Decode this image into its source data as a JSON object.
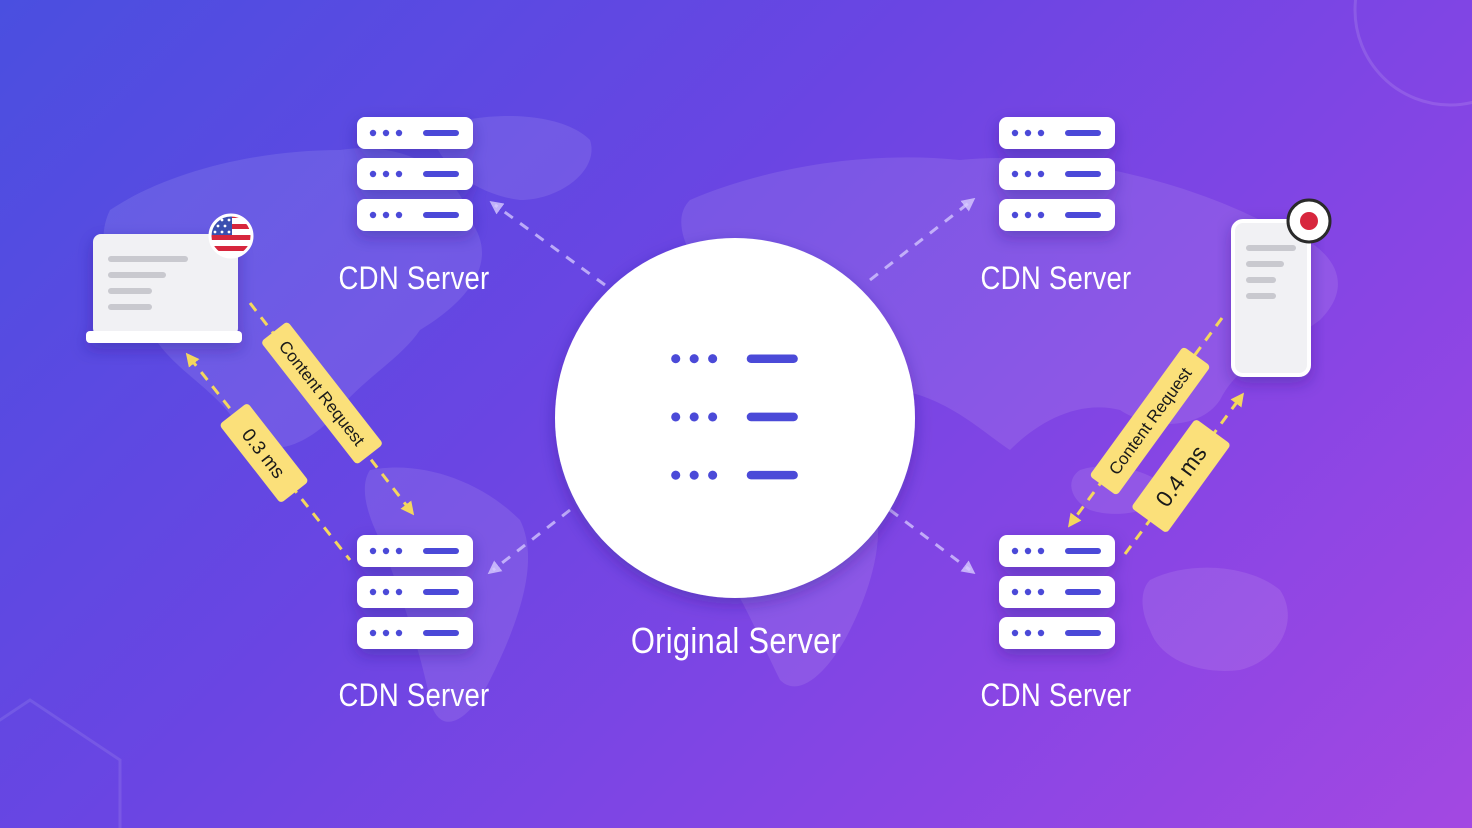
{
  "colors": {
    "accent": "#4b4ad8",
    "tag": "#fbe07a",
    "tag_text": "#1a1a1a",
    "arrow": "#f4d75e",
    "white": "#ffffff"
  },
  "icons": {
    "server": "server-icon",
    "laptop": "laptop-icon",
    "phone": "smartphone-icon",
    "flag_us": "us-flag-icon",
    "flag_jp": "japan-flag-icon",
    "map": "world-map-icon"
  },
  "labels": {
    "cdn_top_left": "CDN Server",
    "cdn_top_right": "CDN Server",
    "cdn_bottom_left": "CDN Server",
    "cdn_bottom_right": "CDN Server",
    "origin": "Original Server"
  },
  "tags": {
    "left_request": "Content Request",
    "left_latency": "0.3 ms",
    "right_request": "Content Request",
    "right_latency": "0.4 ms"
  }
}
